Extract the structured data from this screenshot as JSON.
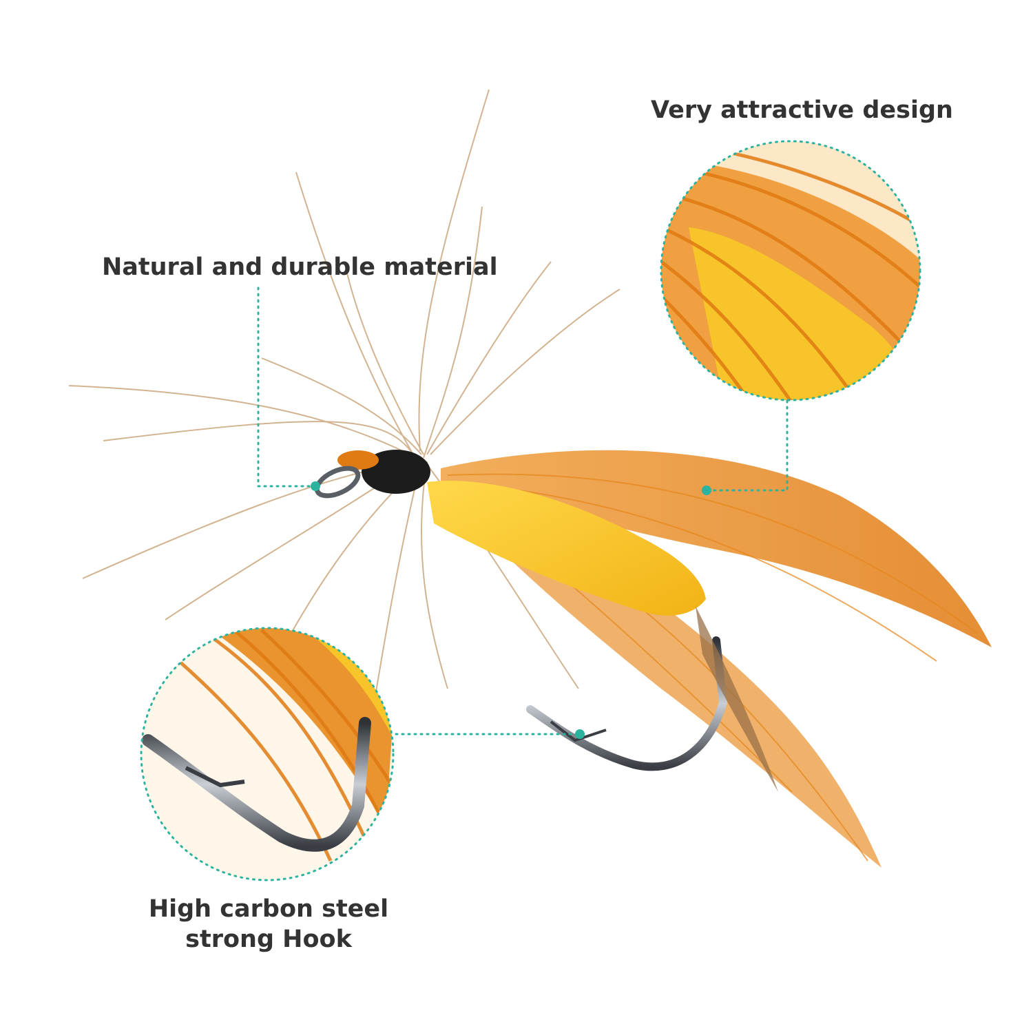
{
  "annotations": {
    "design": "Very attractive design",
    "material": "Natural and durable material",
    "hook_line1": "High carbon steel",
    "hook_line2": "strong Hook"
  },
  "colors": {
    "leader": "#2bb3a0",
    "label_text": "#333333",
    "feather_orange": "#e8891c",
    "feather_brown": "#b98a5a",
    "body_yellow": "#f7c52a",
    "hook_steel": "#5a5f66",
    "background": "#ffffff"
  }
}
